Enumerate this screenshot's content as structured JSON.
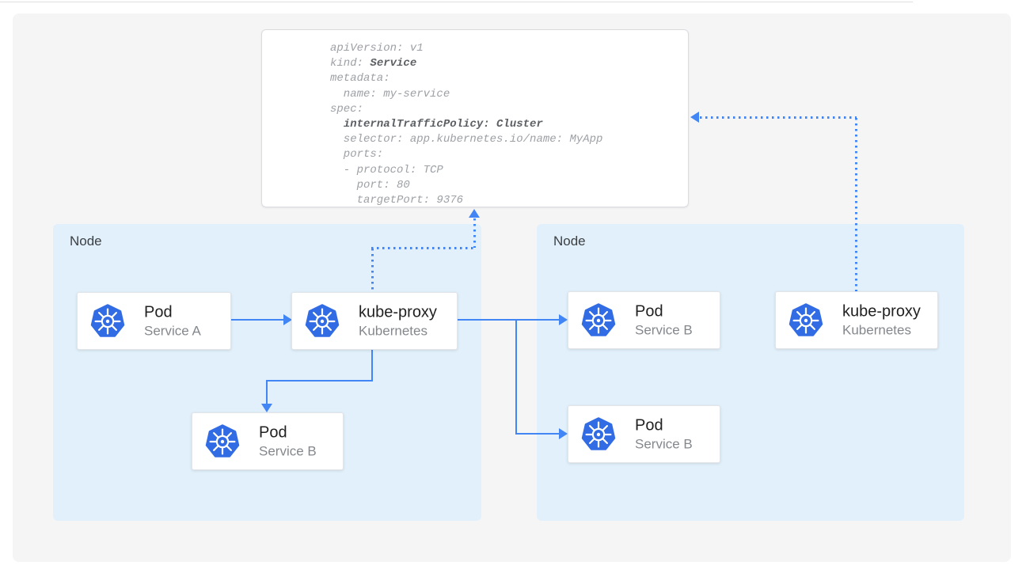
{
  "colors": {
    "accent": "#4285f4",
    "k8s_blue": "#326ce5",
    "node_bg": "#e2f0fb",
    "canvas_bg": "#f5f5f6",
    "title_text": "#212121",
    "muted_text": "#84888d",
    "yaml_text": "#9da0a5",
    "yaml_bold": "#5c5f63"
  },
  "yaml_card": {
    "lines": [
      {
        "plain": "apiVersion: v1"
      },
      {
        "plain": "kind: ",
        "bold": "Service"
      },
      {
        "plain": "metadata:"
      },
      {
        "plain": "  name: my-service"
      },
      {
        "plain": "spec:"
      },
      {
        "plain": "  ",
        "bold": "internalTrafficPolicy: Cluster"
      },
      {
        "plain": "  selector: app.kubernetes.io/name: MyApp"
      },
      {
        "plain": "  ports:"
      },
      {
        "plain": "  - protocol: TCP"
      },
      {
        "plain": "    port: 80"
      },
      {
        "plain": "    targetPort: 9376"
      }
    ]
  },
  "nodes": {
    "left": {
      "label": "Node",
      "pod_a": {
        "title": "Pod",
        "subtitle": "Service A"
      },
      "kube_proxy": {
        "title": "kube-proxy",
        "subtitle": "Kubernetes"
      },
      "pod_b": {
        "title": "Pod",
        "subtitle": "Service B"
      }
    },
    "right": {
      "label": "Node",
      "pod_b_top": {
        "title": "Pod",
        "subtitle": "Service B"
      },
      "pod_b_bottom": {
        "title": "Pod",
        "subtitle": "Service B"
      },
      "kube_proxy": {
        "title": "kube-proxy",
        "subtitle": "Kubernetes"
      }
    }
  },
  "icons": {
    "kubernetes": "kubernetes-helm-wheel"
  }
}
